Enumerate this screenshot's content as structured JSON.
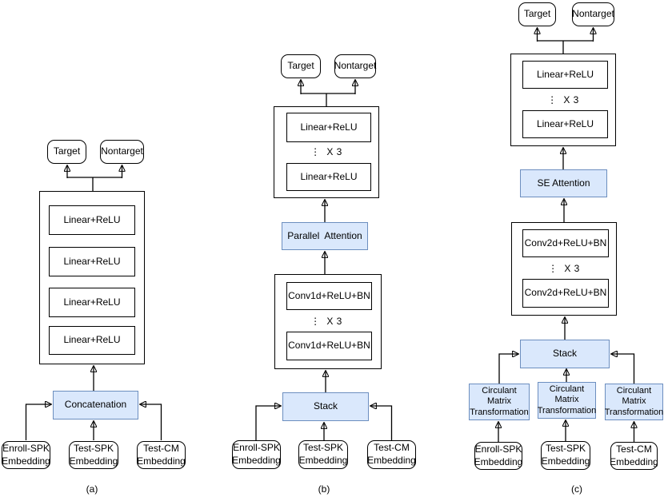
{
  "colors": {
    "accent_fill": "#dae8fc",
    "accent_border": "#6c8ebf",
    "line": "#000000",
    "background": "#ffffff"
  },
  "diagrams": {
    "a": {
      "caption": "(a)",
      "target": "Target",
      "nontarget": "Nontarget",
      "layers": [
        "Linear+ReLU",
        "Linear+ReLU",
        "Linear+ReLU",
        "Linear+ReLU"
      ],
      "fusion": "Concatenation",
      "inputs": [
        "Enroll-SPK\nEmbedding",
        "Test-SPK\nEmbedding",
        "Test-CM\nEmbedding"
      ]
    },
    "b": {
      "caption": "(b)",
      "target": "Target",
      "nontarget": "Nontarget",
      "mlp": {
        "top": "Linear+ReLU",
        "repeat": "⋮  X 3",
        "bottom": "Linear+ReLU"
      },
      "attention": "Parallel  Attention",
      "conv": {
        "top": "Conv1d+ReLU+BN",
        "repeat": "⋮  X 3",
        "bottom": "Conv1d+ReLU+BN"
      },
      "fusion": "Stack",
      "inputs": [
        "Enroll-SPK\nEmbedding",
        "Test-SPK\nEmbedding",
        "Test-CM\nEmbedding"
      ]
    },
    "c": {
      "caption": "(c)",
      "target": "Target",
      "nontarget": "Nontarget",
      "mlp": {
        "top": "Linear+ReLU",
        "repeat": "⋮  X 3",
        "bottom": "Linear+ReLU"
      },
      "attention": "SE Attention",
      "conv": {
        "top": "Conv2d+ReLU+BN",
        "repeat": "⋮  X 3",
        "bottom": "Conv2d+ReLU+BN"
      },
      "fusion": "Stack",
      "transforms": [
        "Circulant\nMatrix\nTransformation",
        "Circulant\nMatrix\nTransformation",
        "Circulant\nMatrix\nTransformation"
      ],
      "inputs": [
        "Enroll-SPK\nEmbedding",
        "Test-SPK\nEmbedding",
        "Test-CM\nEmbedding"
      ]
    }
  }
}
